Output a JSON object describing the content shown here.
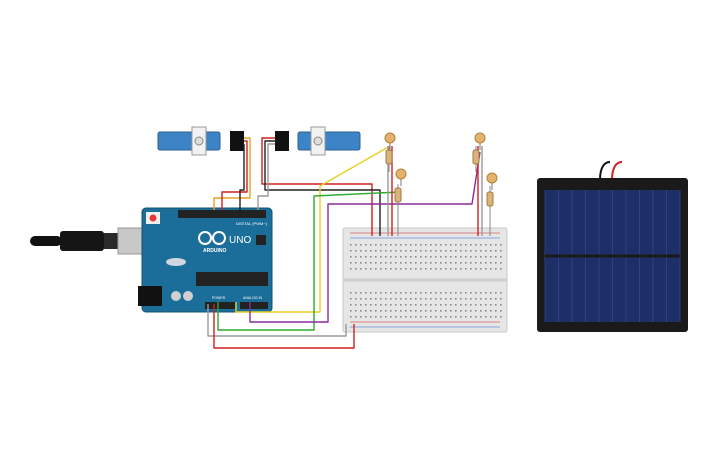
{
  "board": {
    "brand": "ARDUINO",
    "model": "UNO",
    "header_digital": "DIGITAL (PWM~)",
    "header_power": "POWER",
    "header_analog": "ANALOG IN"
  },
  "colors": {
    "background": "#ffffff",
    "arduino": "#1c6e9a",
    "servo": "#3d84c6",
    "solar_cell": "#1d2f66",
    "breadboard": "#e6e6e6",
    "wire_red": "#d02020",
    "wire_black": "#222222",
    "wire_yellow": "#e8d020",
    "wire_green": "#2ea82e",
    "wire_purple": "#8b2a9e",
    "wire_gray": "#9a9a9a"
  },
  "components": {
    "arduino": "arduino-uno",
    "servos": [
      "servo-left",
      "servo-right"
    ],
    "ldrs": [
      "ldr-1",
      "ldr-2",
      "ldr-3",
      "ldr-4"
    ],
    "resistors": [
      "resistor-1",
      "resistor-2",
      "resistor-3",
      "resistor-4"
    ],
    "breadboard": "breadboard-half",
    "solar_panel": "solar-panel",
    "usb_cable": "usb-cable"
  }
}
